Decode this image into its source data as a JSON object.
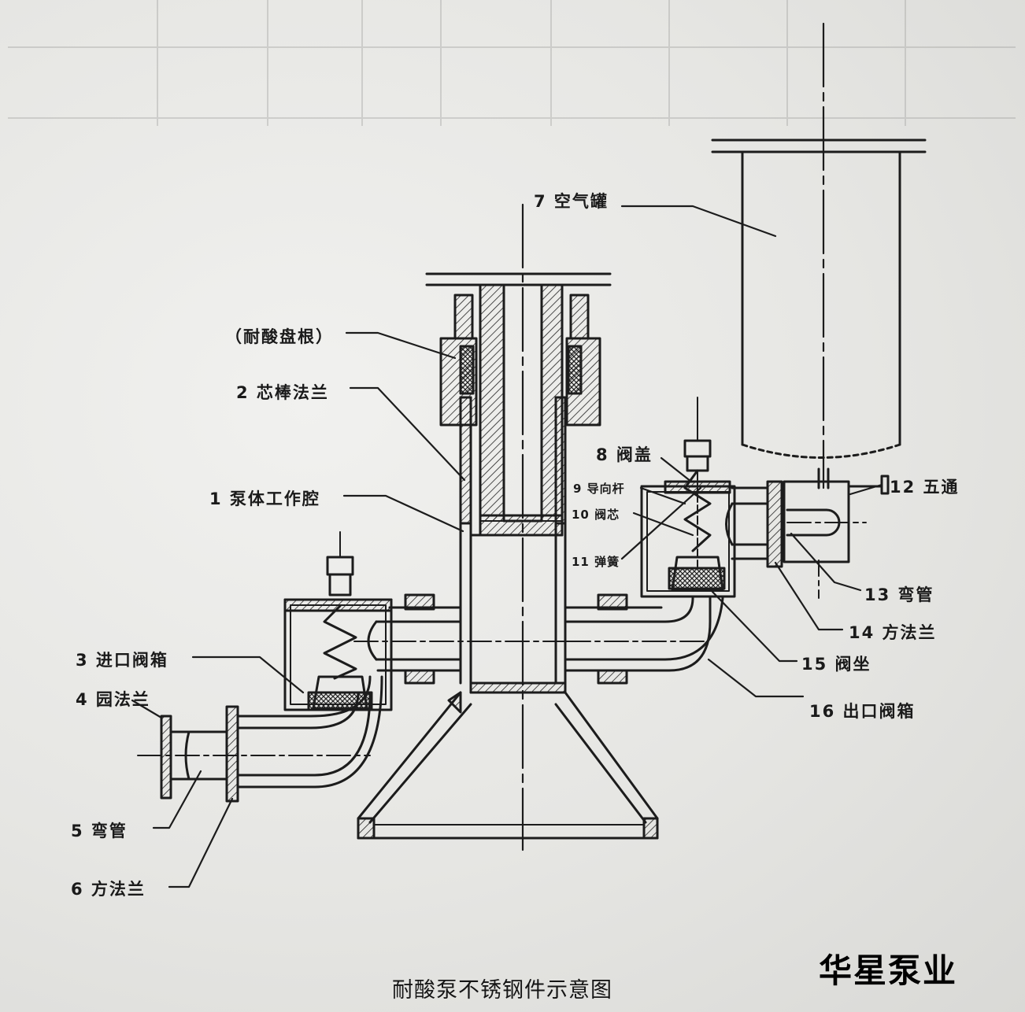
{
  "diagram": {
    "labels": {
      "l7": "7 空气罐",
      "packing": "（耐酸盘根）",
      "l2": "2 芯棒法兰",
      "l1": "1 泵体工作腔",
      "l8": "8 阀盖",
      "l9": "9 导向杆",
      "l10": "10 阀芯",
      "l11": "11 弹簧",
      "l12": "12 五通",
      "l13": "13 弯管",
      "l14": "14 方法兰",
      "l15": "15 阀坐",
      "l16": "16 出口阀箱",
      "l3": "3 进口阀箱",
      "l4": "4 园法兰",
      "l5": "5 弯管",
      "l6": "6 方法兰"
    },
    "caption": "耐酸泵不锈钢件示意图",
    "brand": "华星泵业"
  }
}
